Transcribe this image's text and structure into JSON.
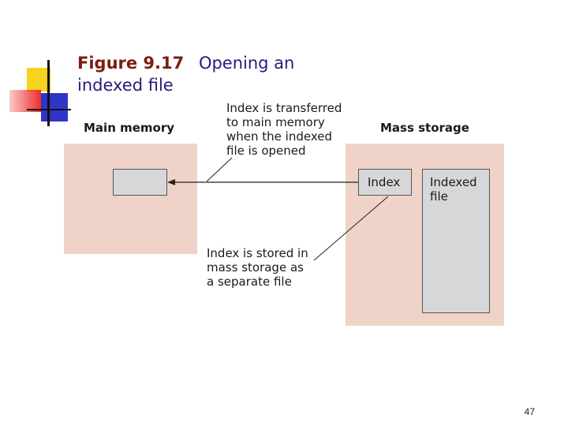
{
  "slide": {
    "figure_number": "Figure 9.17",
    "figure_title": "Opening an",
    "figure_title_line2": "indexed file",
    "page_number": "47"
  },
  "diagram": {
    "main_memory_label": "Main memory",
    "mass_storage_label": "Mass storage",
    "index_label": "Index",
    "indexed_file_label": "Indexed\nfile",
    "annotation_top": "Index is transferred\nto main memory\nwhen the indexed\nfile is opened",
    "annotation_bottom": "Index is stored in\nmass storage as\na separate file"
  },
  "colors": {
    "panel_fill": "#efd3c9",
    "box_fill": "#d7d7d9",
    "box_stroke": "#555555",
    "logo_yellow": "#f7d21e",
    "logo_red": "#ee2c2c",
    "logo_blue": "#2f34c8"
  }
}
